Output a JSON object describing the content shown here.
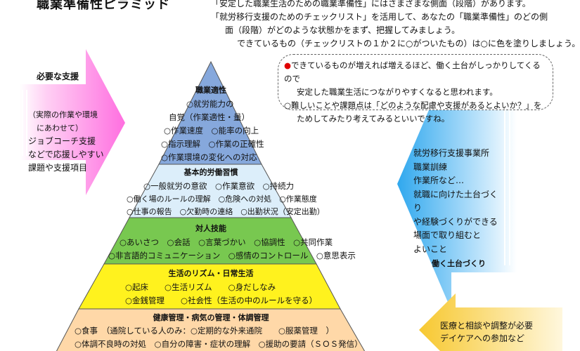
{
  "title": "職業準備性ピラミッド",
  "intro": {
    "line1": "「安定した職業生活のための職業準備性」にはさまざまな側面（段階）があります。",
    "line2": "「就労移行支援のためのチェックリスト」を活用して、あなたの「職業準備性」のどの側",
    "line3": "面（段階）がどのような状態かをまず、把握してみましょう。",
    "line4": "できているもの（チェックリストの１か２に○がついたもの）は○に色を塗りしましょう。"
  },
  "note": {
    "bullet1_line1": "できているものが増えれば増えるほど、働く土台がしっかりしてくるので",
    "bullet1_line2": "安定した職業生活につながりやすくなると思われます。",
    "bullet2_line1": "○難しいことや課題点は「どのような配慮や支援があるとよいか？」を",
    "bullet2_line2": "ためしてみたり考えてみるといいですね。"
  },
  "left": {
    "heading": "必要な支援",
    "lines": [
      "（実際の作業や環境",
      "にあわせて）",
      "ジョブコーチ支援",
      "などで応援しやすい",
      "課題や支援項目"
    ]
  },
  "right": {
    "lines": [
      "就労移行支援事業所",
      "職業訓練",
      "作業所など…",
      "就職に向けた土台づくり",
      "や経験づくりができる",
      "場面で取り組むと",
      "よいこと"
    ],
    "heading": "働く土台づくり"
  },
  "bottom_right": {
    "lines": [
      "医療と相談や調整が必要",
      "デイケアへの参加など"
    ]
  },
  "pyramid": {
    "level1": {
      "title": "職業適性",
      "items": [
        "○就労能力の",
        "自覚（作業適性・量）",
        "○作業速度　○能率の向上",
        "○指示理解　○作業の正確性",
        "○作業環境の変化への対応"
      ],
      "color": "#86a8dc"
    },
    "level2": {
      "title": "基本的労働習慣",
      "items": [
        "○一般就労の意欲　○作業意欲　○持続力",
        "○働く場のルールの理解　○危険への対処　○作業態度",
        "○仕事の報告　○欠勤時の連絡　○出勤状況（安定出勤）"
      ],
      "color": "#dceefa"
    },
    "level3": {
      "title": "対人技能",
      "items": [
        "○あいさつ　○会話　○言葉づかい　○協調性　○共同作業",
        "○非言語的コミュニケーション　○感情のコントロール　○意思表示"
      ],
      "color": "#78c850"
    },
    "level4": {
      "title": "生活のリズム・日常生活",
      "items": [
        "○起床　　○生活リズム　　○身だしなみ",
        "○金銭管理　　○社会性（生活の中のルールを守る）"
      ],
      "color": "#fff21e"
    },
    "level5": {
      "title": "健康管理・病気の管理・体調管理",
      "items": [
        "○食事　（通院している人のみ：○定期的な外来通院　　○服薬管理　）",
        "○体調不良時の対処　○自分の障害・症状の理解　○援助の要請（ＳＯＳ発信）"
      ],
      "color": "#ffd8a8"
    }
  },
  "colors": {
    "left_arrow": "#ff6fe0",
    "right_arrow": "#30a8ee",
    "bottom_arrow": "#f7c830"
  }
}
